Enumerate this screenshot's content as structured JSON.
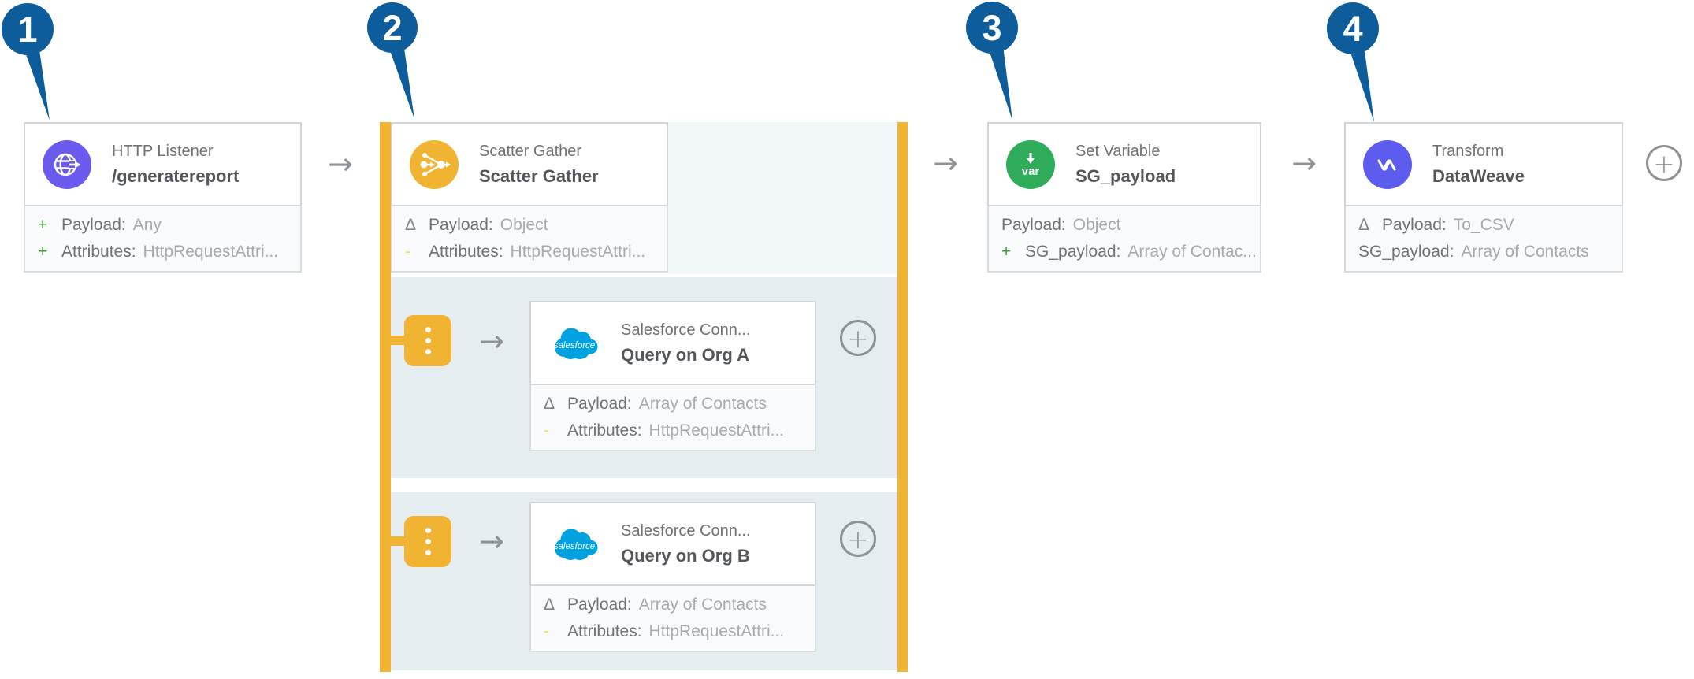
{
  "ui": {
    "arrow": "→",
    "plus": "+"
  },
  "colors": {
    "badge_blue": "#0d5c9b",
    "accent_yellow": "#f0b332",
    "http_purple": "#6a5bee",
    "variable_green": "#2fac59",
    "dataweave_purple": "#5c5cef",
    "salesforce_blue": "#00a1e0"
  },
  "badges": [
    "1",
    "2",
    "3",
    "4"
  ],
  "nodes": {
    "http_listener": {
      "title": "HTTP Listener",
      "subtitle": "/generatereport",
      "meta": [
        {
          "pfx": "+",
          "pfx_class": "pfx plus",
          "label": "Payload:",
          "value": "Any"
        },
        {
          "pfx": "+",
          "pfx_class": "pfx plus",
          "label": "Attributes:",
          "value": "HttpRequestAttri..."
        }
      ]
    },
    "scatter_gather": {
      "title": "Scatter Gather",
      "subtitle": "Scatter Gather",
      "meta": [
        {
          "pfx": "Δ",
          "pfx_class": "pfx delta",
          "label": "Payload:",
          "value": "Object"
        },
        {
          "pfx": "-",
          "pfx_class": "pfx dash",
          "label": "Attributes:",
          "value": "HttpRequestAttri..."
        }
      ]
    },
    "query_org_a": {
      "title": "Salesforce Conn...",
      "subtitle": "Query on Org A",
      "meta": [
        {
          "pfx": "Δ",
          "pfx_class": "pfx delta",
          "label": "Payload:",
          "value": "Array of Contacts"
        },
        {
          "pfx": "-",
          "pfx_class": "pfx dash",
          "label": "Attributes:",
          "value": "HttpRequestAttri..."
        }
      ]
    },
    "query_org_b": {
      "title": "Salesforce Conn...",
      "subtitle": "Query on Org B",
      "meta": [
        {
          "pfx": "Δ",
          "pfx_class": "pfx delta",
          "label": "Payload:",
          "value": "Array of Contacts"
        },
        {
          "pfx": "-",
          "pfx_class": "pfx dash",
          "label": "Attributes:",
          "value": "HttpRequestAttri..."
        }
      ]
    },
    "set_variable": {
      "title": "Set Variable",
      "subtitle": "SG_payload",
      "meta": [
        {
          "pfx": "",
          "pfx_class": "pfx none",
          "label": "Payload:",
          "value": "Object"
        },
        {
          "pfx": "+",
          "pfx_class": "pfx plus",
          "label": "SG_payload:",
          "value": "Array of Contac..."
        }
      ]
    },
    "transform": {
      "title": "Transform",
      "subtitle": "DataWeave",
      "meta": [
        {
          "pfx": "Δ",
          "pfx_class": "pfx delta",
          "label": "Payload:",
          "value": "To_CSV"
        },
        {
          "pfx": "",
          "pfx_class": "pfx none",
          "label": "SG_payload:",
          "value": "Array of Contacts"
        }
      ]
    }
  },
  "icons": {
    "salesforce_logo_text": "salesforce",
    "set_variable_text": "var"
  }
}
